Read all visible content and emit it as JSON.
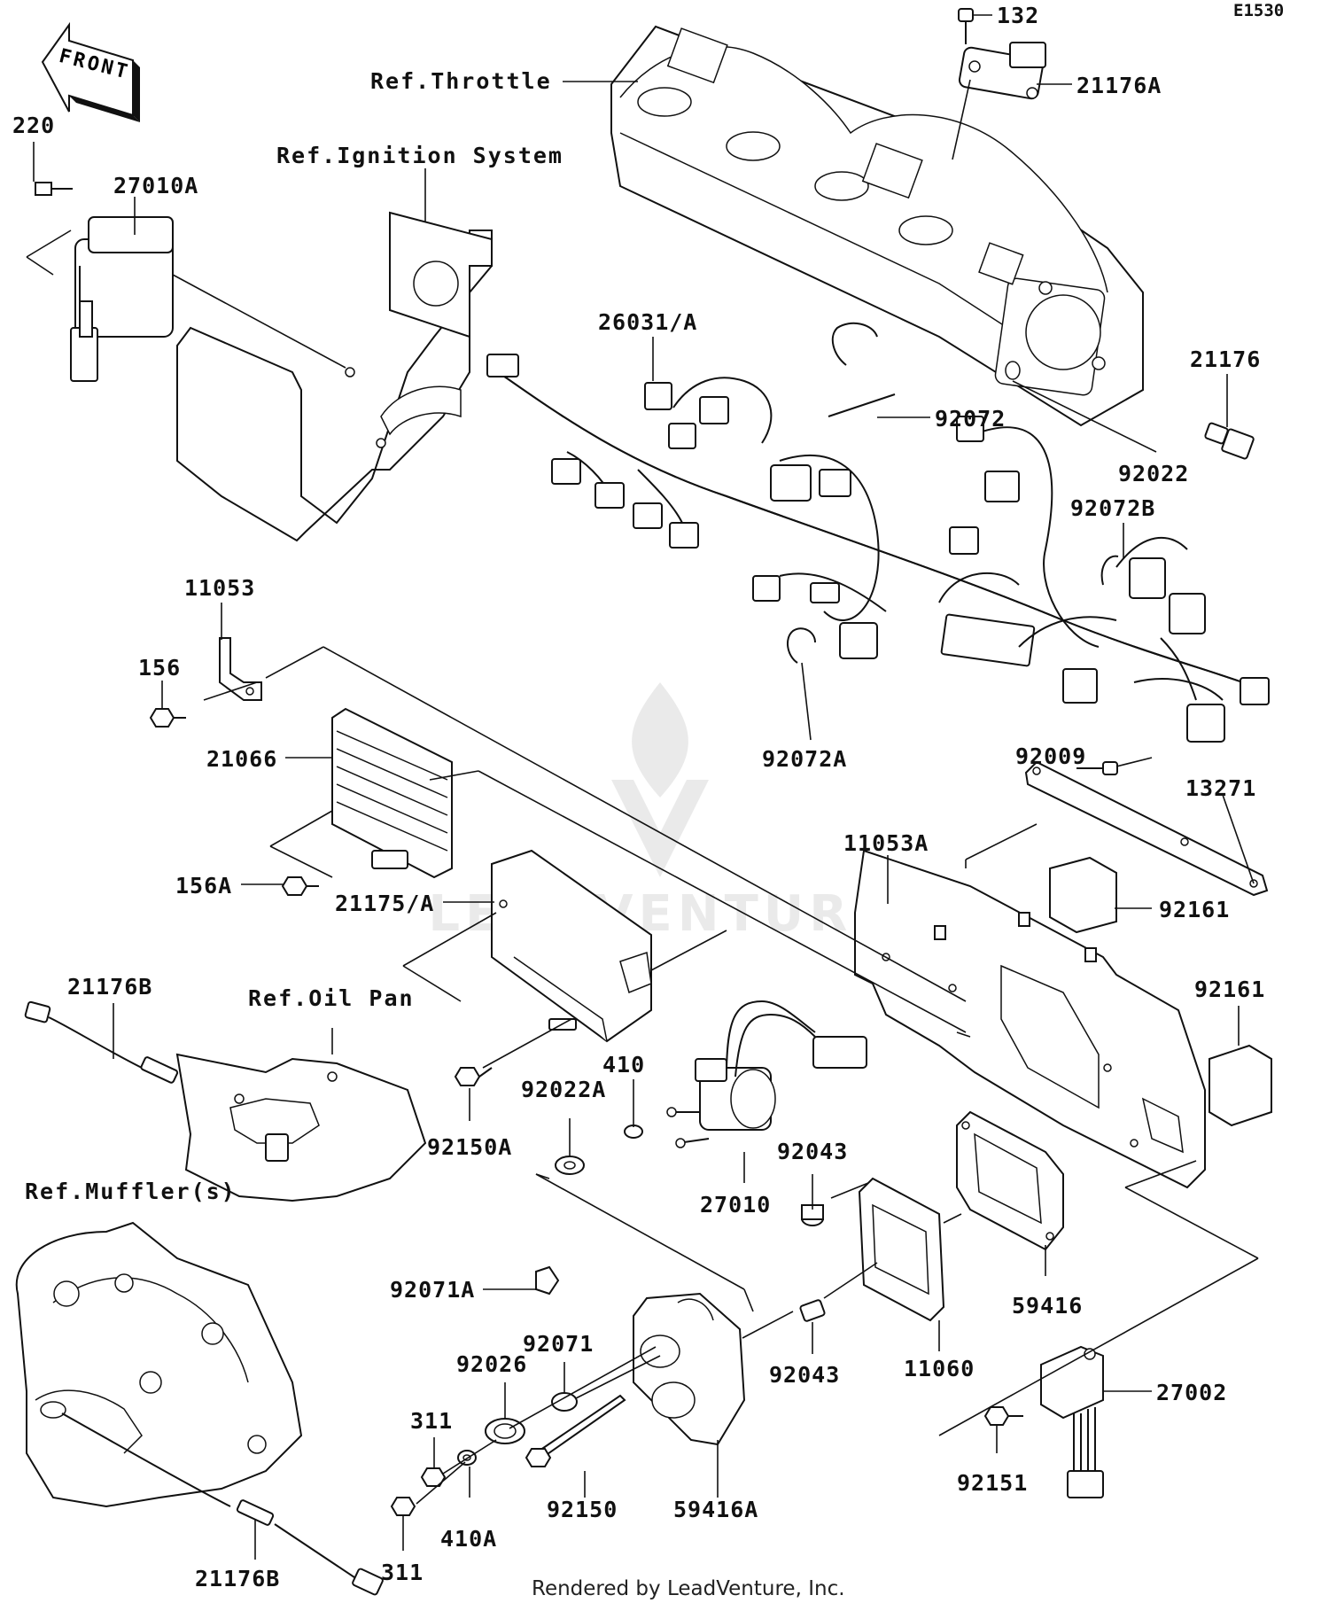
{
  "diagram_id": "E1530",
  "front_arrow": "FRONT",
  "footer": "Rendered by LeadVenture, Inc.",
  "watermark": "LEADVENTURE",
  "refs": {
    "throttle": "Ref.Throttle",
    "ignition": "Ref.Ignition System",
    "oil_pan": "Ref.Oil Pan",
    "muffler": "Ref.Muffler(s)"
  },
  "parts": [
    "132",
    "21176A",
    "220",
    "27010A",
    "26031/A",
    "21176",
    "92072",
    "92022",
    "92072B",
    "11053",
    "156",
    "21066",
    "92072A",
    "92009",
    "13271",
    "11053A",
    "156A",
    "21175/A",
    "92161",
    "92161",
    "21176B",
    "410",
    "92022A",
    "92150A",
    "92043",
    "27010",
    "92071A",
    "92071",
    "92026",
    "92043",
    "11060",
    "59416",
    "311",
    "27002",
    "92150",
    "59416A",
    "410A",
    "92151",
    "311",
    "21176B"
  ]
}
